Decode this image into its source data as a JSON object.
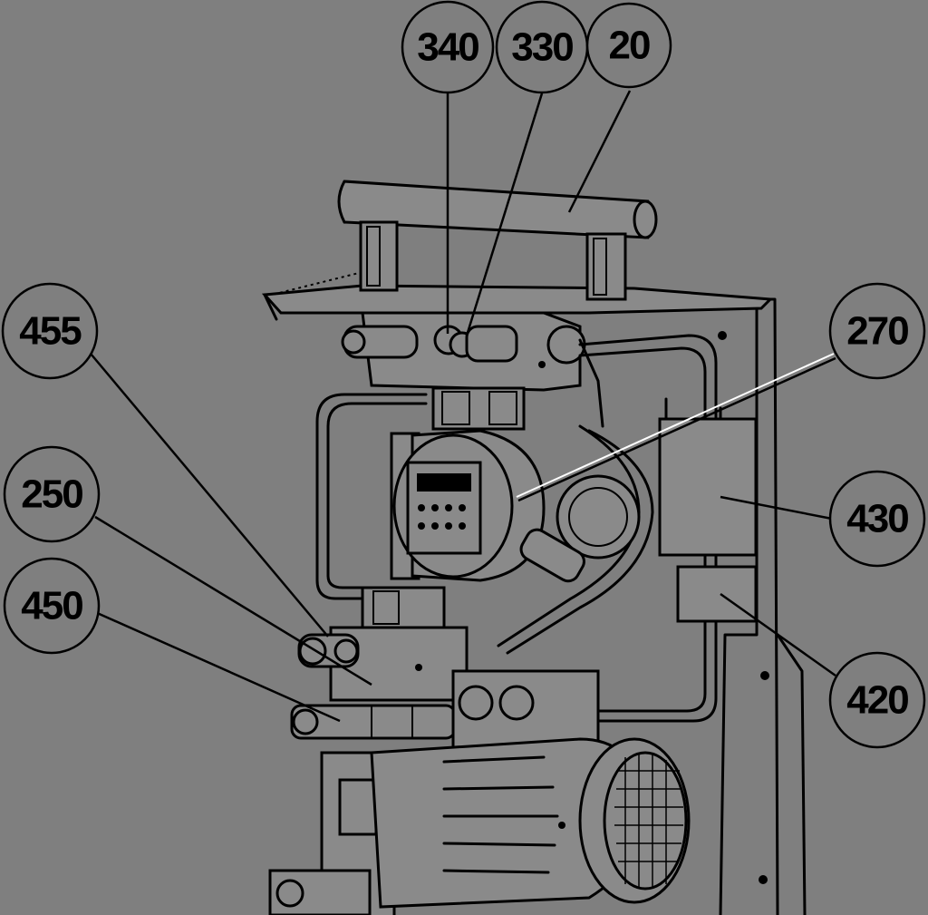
{
  "callouts": [
    {
      "id": "c340",
      "label": "340"
    },
    {
      "id": "c330",
      "label": "330"
    },
    {
      "id": "c20",
      "label": "20"
    },
    {
      "id": "c455",
      "label": "455"
    },
    {
      "id": "c270",
      "label": "270"
    },
    {
      "id": "c250",
      "label": "250"
    },
    {
      "id": "c430",
      "label": "430"
    },
    {
      "id": "c450",
      "label": "450"
    },
    {
      "id": "c420",
      "label": "420"
    }
  ],
  "colors": {
    "background": "#7f7f7f",
    "line": "#000000"
  }
}
